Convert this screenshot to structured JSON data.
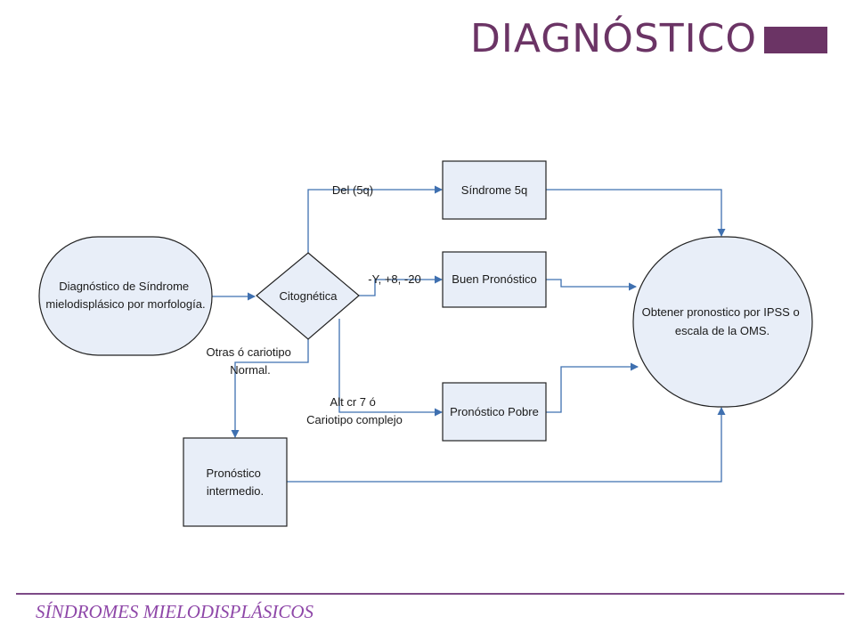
{
  "header": {
    "title": "DIAGNÓSTICO",
    "accent_color": "#6b3465"
  },
  "diagram": {
    "nodes": {
      "start": {
        "lines": [
          "Diagnóstico de Síndrome",
          "mielodisplásico por morfología."
        ]
      },
      "decision": {
        "lines": [
          "Citognética"
        ]
      },
      "s5q": {
        "lines": [
          "Síndrome 5q"
        ]
      },
      "good": {
        "lines": [
          "Buen Pronóstico"
        ]
      },
      "poor": {
        "lines": [
          "Pronóstico Pobre"
        ]
      },
      "intermediate": {
        "lines": [
          "Pronóstico",
          "intermedio."
        ]
      },
      "end": {
        "lines": [
          "Obtener pronostico por IPSS o",
          "escala de la OMS."
        ]
      }
    },
    "edge_labels": {
      "del5q": [
        "Del (5q)"
      ],
      "good": [
        "-Y, +8, -20"
      ],
      "other": [
        "Otras ó cariotipo",
        "Normal."
      ],
      "complex": [
        "Alt cr 7 ó",
        "Cariotipo complejo"
      ]
    },
    "colors": {
      "node_fill": "#e8eef8",
      "node_stroke": "#222222",
      "arrow": "#3f70b0"
    }
  },
  "footer": {
    "text": "SÍNDROMES MIELODISPLÁSICOS",
    "color": "#8e47a8",
    "line_color": "#7d4a87"
  }
}
